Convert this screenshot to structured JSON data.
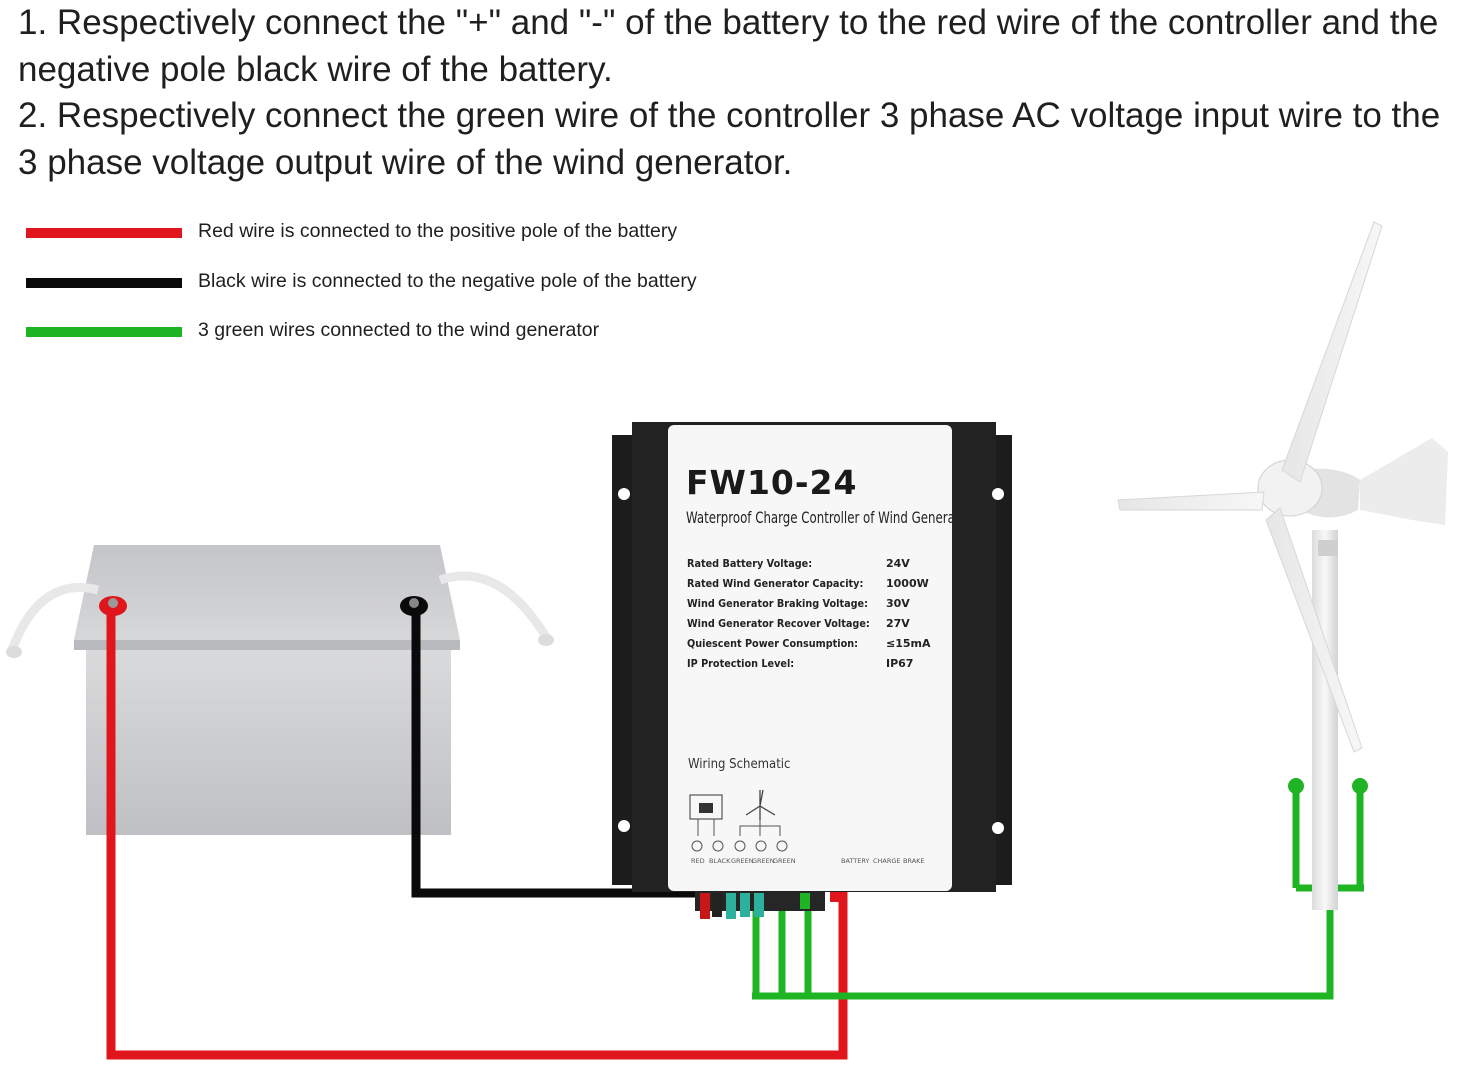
{
  "instructions": {
    "line1": "1. Respectively connect the \"+\" and \"-\" of the battery to the red wire of the controller and the negative pole black wire of the battery.",
    "line2": "2. Respectively connect the green wire of the controller 3 phase AC voltage input wire to the 3 phase voltage output wire of the wind generator."
  },
  "legend": [
    {
      "color": "#e0161c",
      "text": "Red wire is connected to the positive pole of the battery"
    },
    {
      "color": "#0a0a0a",
      "text": "Black wire is connected to the negative pole of the battery"
    },
    {
      "color": "#1fb424",
      "text": "3 green wires connected to the wind generator"
    }
  ],
  "controller": {
    "model": "FW10-24",
    "subtitle": "Waterproof Charge Controller of Wind Generator",
    "specs": [
      {
        "label": "Rated Battery Voltage:",
        "value": "24V"
      },
      {
        "label": "Rated Wind Generator Capacity:",
        "value": "1000W"
      },
      {
        "label": "Wind Generator Braking Voltage:",
        "value": "30V"
      },
      {
        "label": "Wind Generator Recover Voltage:",
        "value": "27V"
      },
      {
        "label": "Quiescent Power Consumption:",
        "value": "≤15mA"
      },
      {
        "label": "IP Protection Level:",
        "value": "IP67"
      }
    ],
    "schematic_title": "Wiring Schematic",
    "wire_labels": [
      "RED",
      "BLACK",
      "GREEN",
      "GREEN",
      "GREEN"
    ],
    "indicators": [
      "BATTERY",
      "CHARGE",
      "BRAKE"
    ]
  },
  "colors": {
    "red_wire": "#e0161c",
    "black_wire": "#0a0a0a",
    "green_wire": "#1fb424",
    "controller_body": "#1c1c1c",
    "battery_body": "#c9cacc"
  }
}
